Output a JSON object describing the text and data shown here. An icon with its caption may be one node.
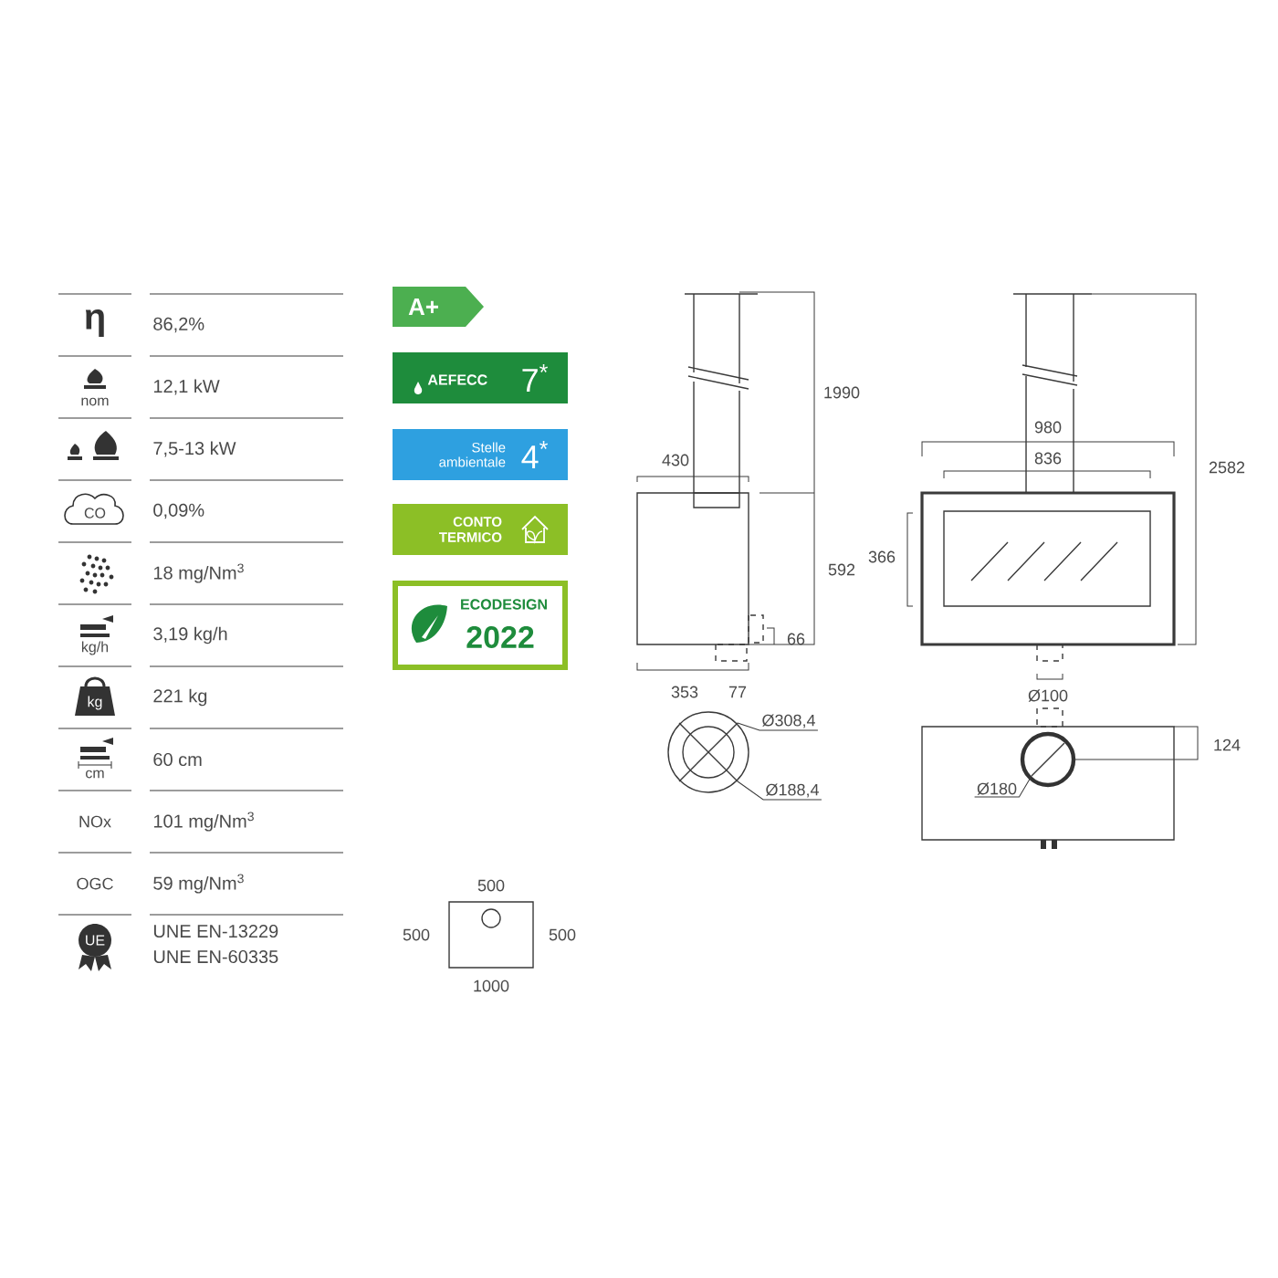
{
  "diagram": {
    "nodes": [
      {
        "text": [
          "A+"
        ]
      },
      {
        "text": [
          "AEFECC",
          "7$^{*}$"
        ]
      },
      {
        "text": [
          "Stelle ambientale",
          "4$^{*}$"
        ]
      },
      {
        "text": [
          "CONTO TERMICO"
        ]
      },
      {
        "text": [
          "ECODESIGN",
          "2022"
        ]
      },
      {
        "text": [
          "Ø308,4"
        ]
      },
      {
        "text": [
          "Ø188,4"
        ]
      },
      {
        "text": [
          "Ø180"
        ]
      }
    ],
    "edges": [
      {
        "from": 5,
        "to": null,
        "arrow": "none"
      },
      {
        "from": 6,
        "to": null,
        "arrow": "none"
      },
      {
        "from": 7,
        "to": null,
        "arrow": "none"
      }
    ],
    "labels": [
      "η",
      "86,2%",
      "nom",
      "12,1 kW",
      "7,5-13 kW",
      "CO",
      "0,09%",
      "18 mg/Nm$^{3}$",
      "kg/h",
      "3,19 kg/h",
      "kg",
      "221 kg",
      "cm",
      "60 cm",
      "NOx",
      "101 mg/Nm$^{3}$",
      "OGC",
      "59 mg/Nm$^{3}$",
      "UE",
      "UNE EN-13229",
      "UNE EN-60335",
      "1990",
      "430",
      "980",
      "836",
      "2582",
      "592",
      "366",
      "66",
      "353",
      "77",
      "Ø100",
      "124",
      "500",
      "500",
      "500",
      "1000"
    ]
  }
}
